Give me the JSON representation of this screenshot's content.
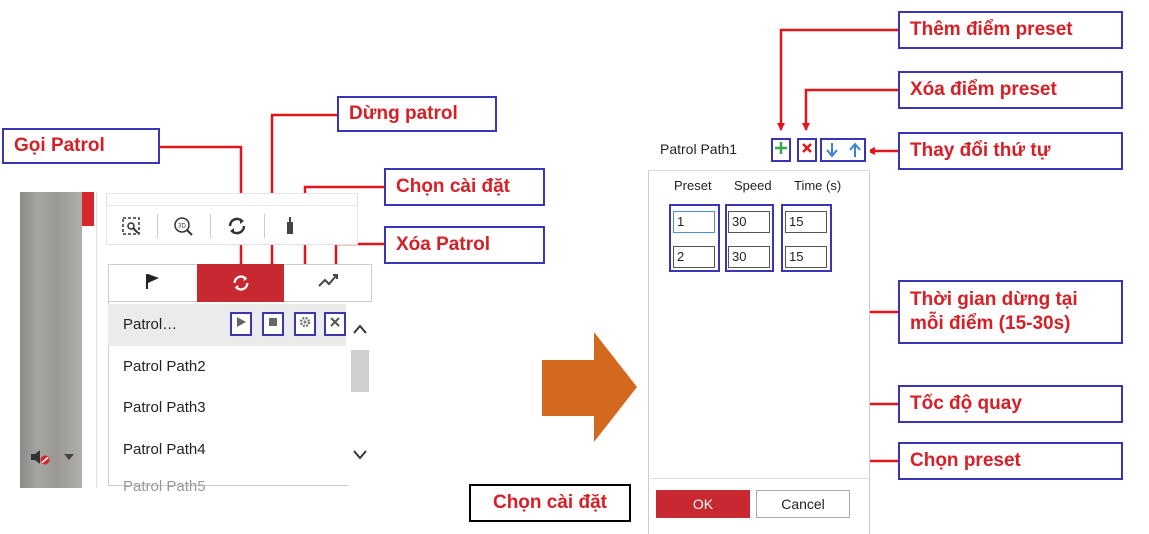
{
  "colors": {
    "accent_red": "#c8282f",
    "annotation_blue": "#3b34b5",
    "annotation_text_red": "#d61f26",
    "arrow_orange": "#d2691e"
  },
  "patrol_list": {
    "items": [
      {
        "label": "Patrol…"
      },
      {
        "label": "Patrol Path2"
      },
      {
        "label": "Patrol Path3"
      },
      {
        "label": "Patrol Path4"
      },
      {
        "label": "Patrol Path5"
      }
    ]
  },
  "toolbar_icons": [
    "region-select-icon",
    "3d-zoom-icon",
    "refresh-icon",
    "wiper-icon"
  ],
  "tabs": [
    "flag-icon",
    "patrol-refresh-icon",
    "pattern-icon"
  ],
  "annotations": {
    "goi_patrol": "Gọi Patrol",
    "dung_patrol": "Dừng patrol",
    "chon_cai_dat": "Chọn cài đặt",
    "xoa_patrol": "Xóa Patrol",
    "chon_cai_dat_bottom": "Chọn cài  đặt",
    "them_diem_preset": "Thêm điểm preset",
    "xoa_diem_preset": "Xóa điểm preset",
    "thay_doi_thu_tu": "Thay đổi thứ tự",
    "thoi_gian_line1": "Thời gian dừng tại",
    "thoi_gian_line2": "mỗi điểm (15-30s)",
    "toc_do_quay": "Tốc độ quay",
    "chon_preset": "Chọn preset"
  },
  "dialog": {
    "title": "Patrol Path1",
    "columns": {
      "preset": "Preset",
      "speed": "Speed",
      "time": "Time  (s)"
    },
    "rows": [
      {
        "preset": "1",
        "speed": "30",
        "time": "15"
      },
      {
        "preset": "2",
        "speed": "30",
        "time": "15"
      }
    ],
    "ok_label": "OK",
    "cancel_label": "Cancel"
  }
}
